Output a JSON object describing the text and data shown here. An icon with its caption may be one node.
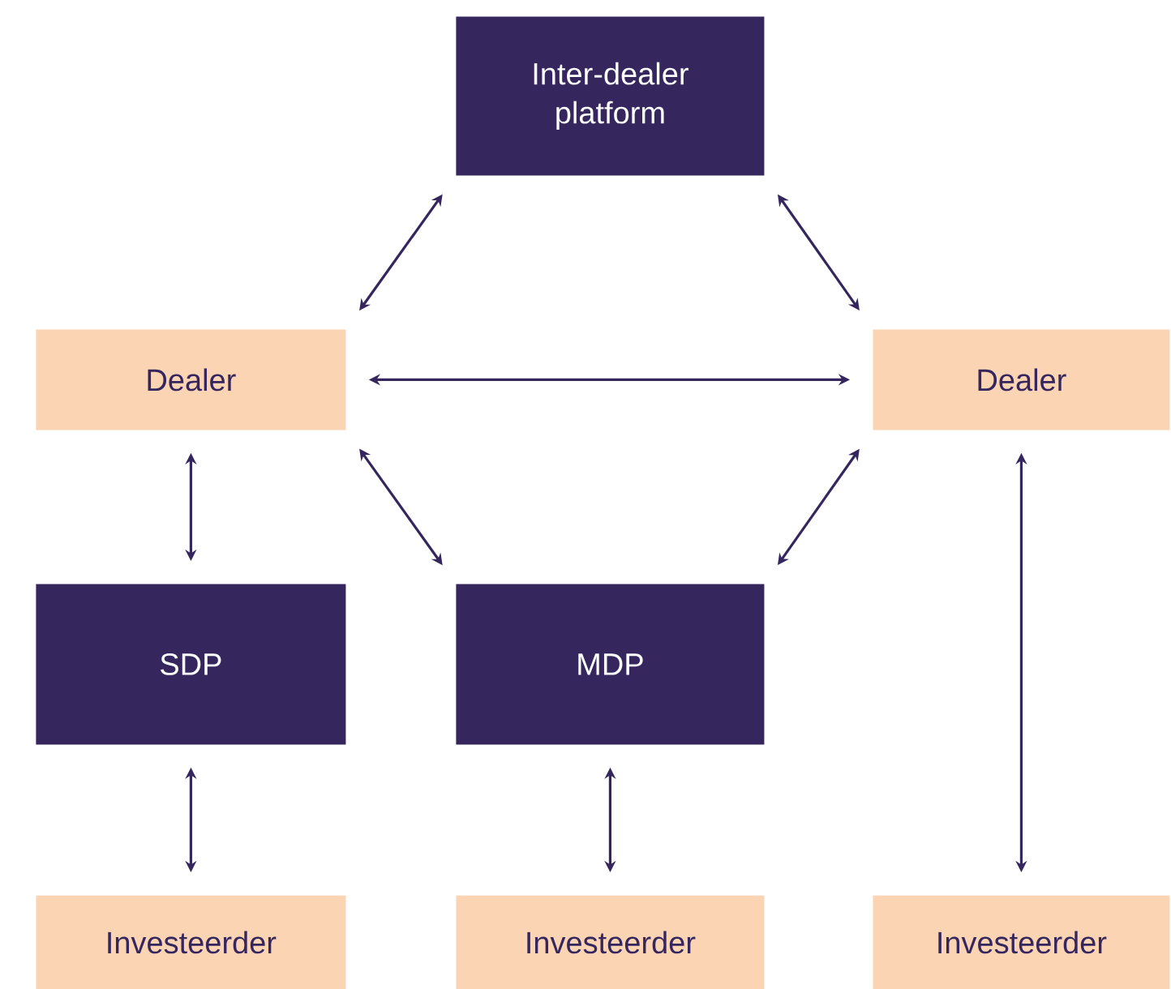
{
  "diagram": {
    "nodes": [
      {
        "text": [
          "Inter-dealer platform"
        ]
      },
      {
        "text": [
          "Dealer"
        ]
      },
      {
        "text": [
          "Dealer"
        ]
      },
      {
        "text": [
          "SDP"
        ]
      },
      {
        "text": [
          "MDP"
        ]
      },
      {
        "text": [
          "Investeerder"
        ]
      },
      {
        "text": [
          "Investeerder"
        ]
      },
      {
        "text": [
          "Investeerder"
        ]
      }
    ],
    "edges": [
      {
        "from": 0,
        "to": 1,
        "arrow": "both"
      },
      {
        "from": 0,
        "to": 2,
        "arrow": "both"
      },
      {
        "from": 1,
        "to": 2,
        "arrow": "both"
      },
      {
        "from": 1,
        "to": 3,
        "arrow": "both"
      },
      {
        "from": 1,
        "to": 4,
        "arrow": "both"
      },
      {
        "from": 2,
        "to": 4,
        "arrow": "both"
      },
      {
        "from": 3,
        "to": 5,
        "arrow": "both"
      },
      {
        "from": 4,
        "to": 6,
        "arrow": "both"
      },
      {
        "from": 2,
        "to": 7,
        "arrow": "both"
      }
    ]
  }
}
